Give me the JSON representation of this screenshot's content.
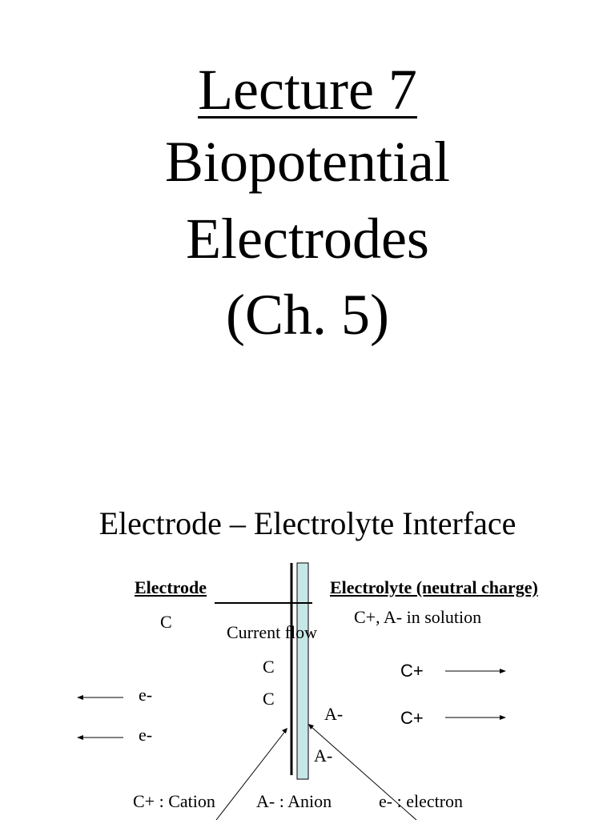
{
  "title": {
    "line1": "Lecture 7",
    "line2": "Biopotential",
    "line3": "Electrodes",
    "line4": "(Ch. 5)"
  },
  "section": {
    "heading": "Electrode – Electrolyte Interface"
  },
  "diagram": {
    "electrode_label": "Electrode",
    "electrolyte_label": "Electrolyte (neutral charge)",
    "electrode_c": "C",
    "current_flow": "Current flow",
    "solution_text": "C+, A- in solution",
    "interface_c1": "C",
    "interface_c2": "C",
    "interface_a1": "A-",
    "interface_a2": "A-",
    "electron1": "e-",
    "electron2": "e-",
    "cation1": "C+",
    "cation2": "C+",
    "legend_cation": "C+ : Cation",
    "legend_anion": "A- : Anion",
    "legend_electron": "e- : electron",
    "colors": {
      "interface_fill": "#c6e7e6",
      "line": "#000000"
    }
  }
}
